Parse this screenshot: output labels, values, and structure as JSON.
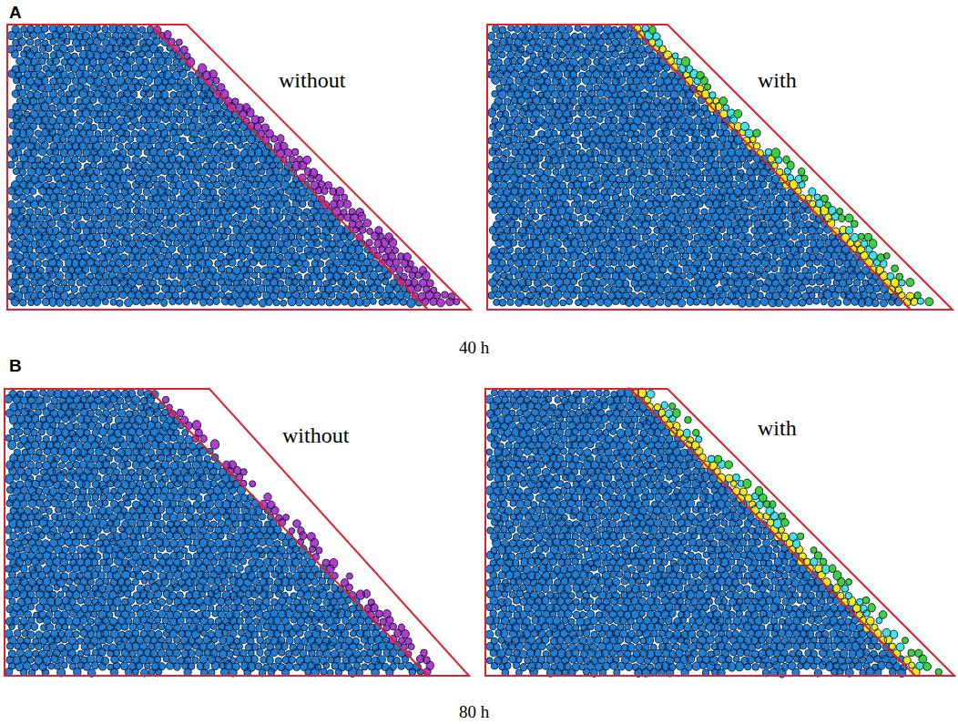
{
  "diagram": {
    "labels": [
      "A",
      "without",
      "with",
      "40 h",
      "B",
      "without",
      "with",
      "80 h"
    ]
  }
}
